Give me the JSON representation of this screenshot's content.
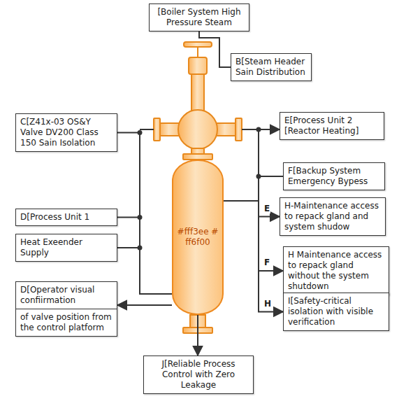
{
  "diagram": {
    "nodes": [
      {
        "text": [
          "[Boiler System High Pressure Steam"
        ]
      },
      {
        "text": [
          "B[Steam Header Sain Distribution"
        ]
      },
      {
        "text": [
          "C[Z41x-03 OS&Y Valve DV200 Class 150 Sain Isolation"
        ]
      },
      {
        "text": [
          "D[Process Unit 1"
        ]
      },
      {
        "text": [
          "Heat Exeender Supply"
        ]
      },
      {
        "text": [
          "#fff3ee #ff6f00"
        ]
      },
      {
        "text": [
          "E[Process Unit 2 [Reactor Heating]"
        ]
      },
      {
        "text": [
          "F[Backup System Emergency Bypess"
        ]
      },
      {
        "text": [
          "H-Maintenance access to repack gland and system shudow"
        ]
      },
      {
        "text": [
          "H Maintenance access to repack gland without the system shutdown"
        ]
      },
      {
        "text": [
          "I[Safety-critical isolation with visible verification"
        ]
      },
      {
        "text": [
          "D[Operator visual confiirmation",
          "of valve position from the control platform"
        ]
      },
      {
        "text": [
          "J[Reliable Process Control with Zero Leakage"
        ]
      }
    ],
    "edges": [
      {
        "from": 0,
        "to": 1,
        "arrow": "none"
      },
      {
        "from": 2,
        "to": 5,
        "arrow": "none"
      },
      {
        "from": 3,
        "to": 5,
        "arrow": "none"
      },
      {
        "from": 4,
        "to": 5,
        "arrow": "none"
      },
      {
        "from": 5,
        "to": 6,
        "arrow": "to"
      },
      {
        "from": 5,
        "to": 7,
        "arrow": "none"
      },
      {
        "from": 5,
        "to": 8,
        "arrow": "to"
      },
      {
        "from": 5,
        "to": 9,
        "arrow": "to"
      },
      {
        "from": 5,
        "to": 10,
        "arrow": "to"
      },
      {
        "from": 5,
        "to": 11,
        "arrow": "to"
      },
      {
        "from": 5,
        "to": 12,
        "arrow": "to"
      }
    ],
    "labels": [
      "E",
      "F",
      "H"
    ]
  }
}
